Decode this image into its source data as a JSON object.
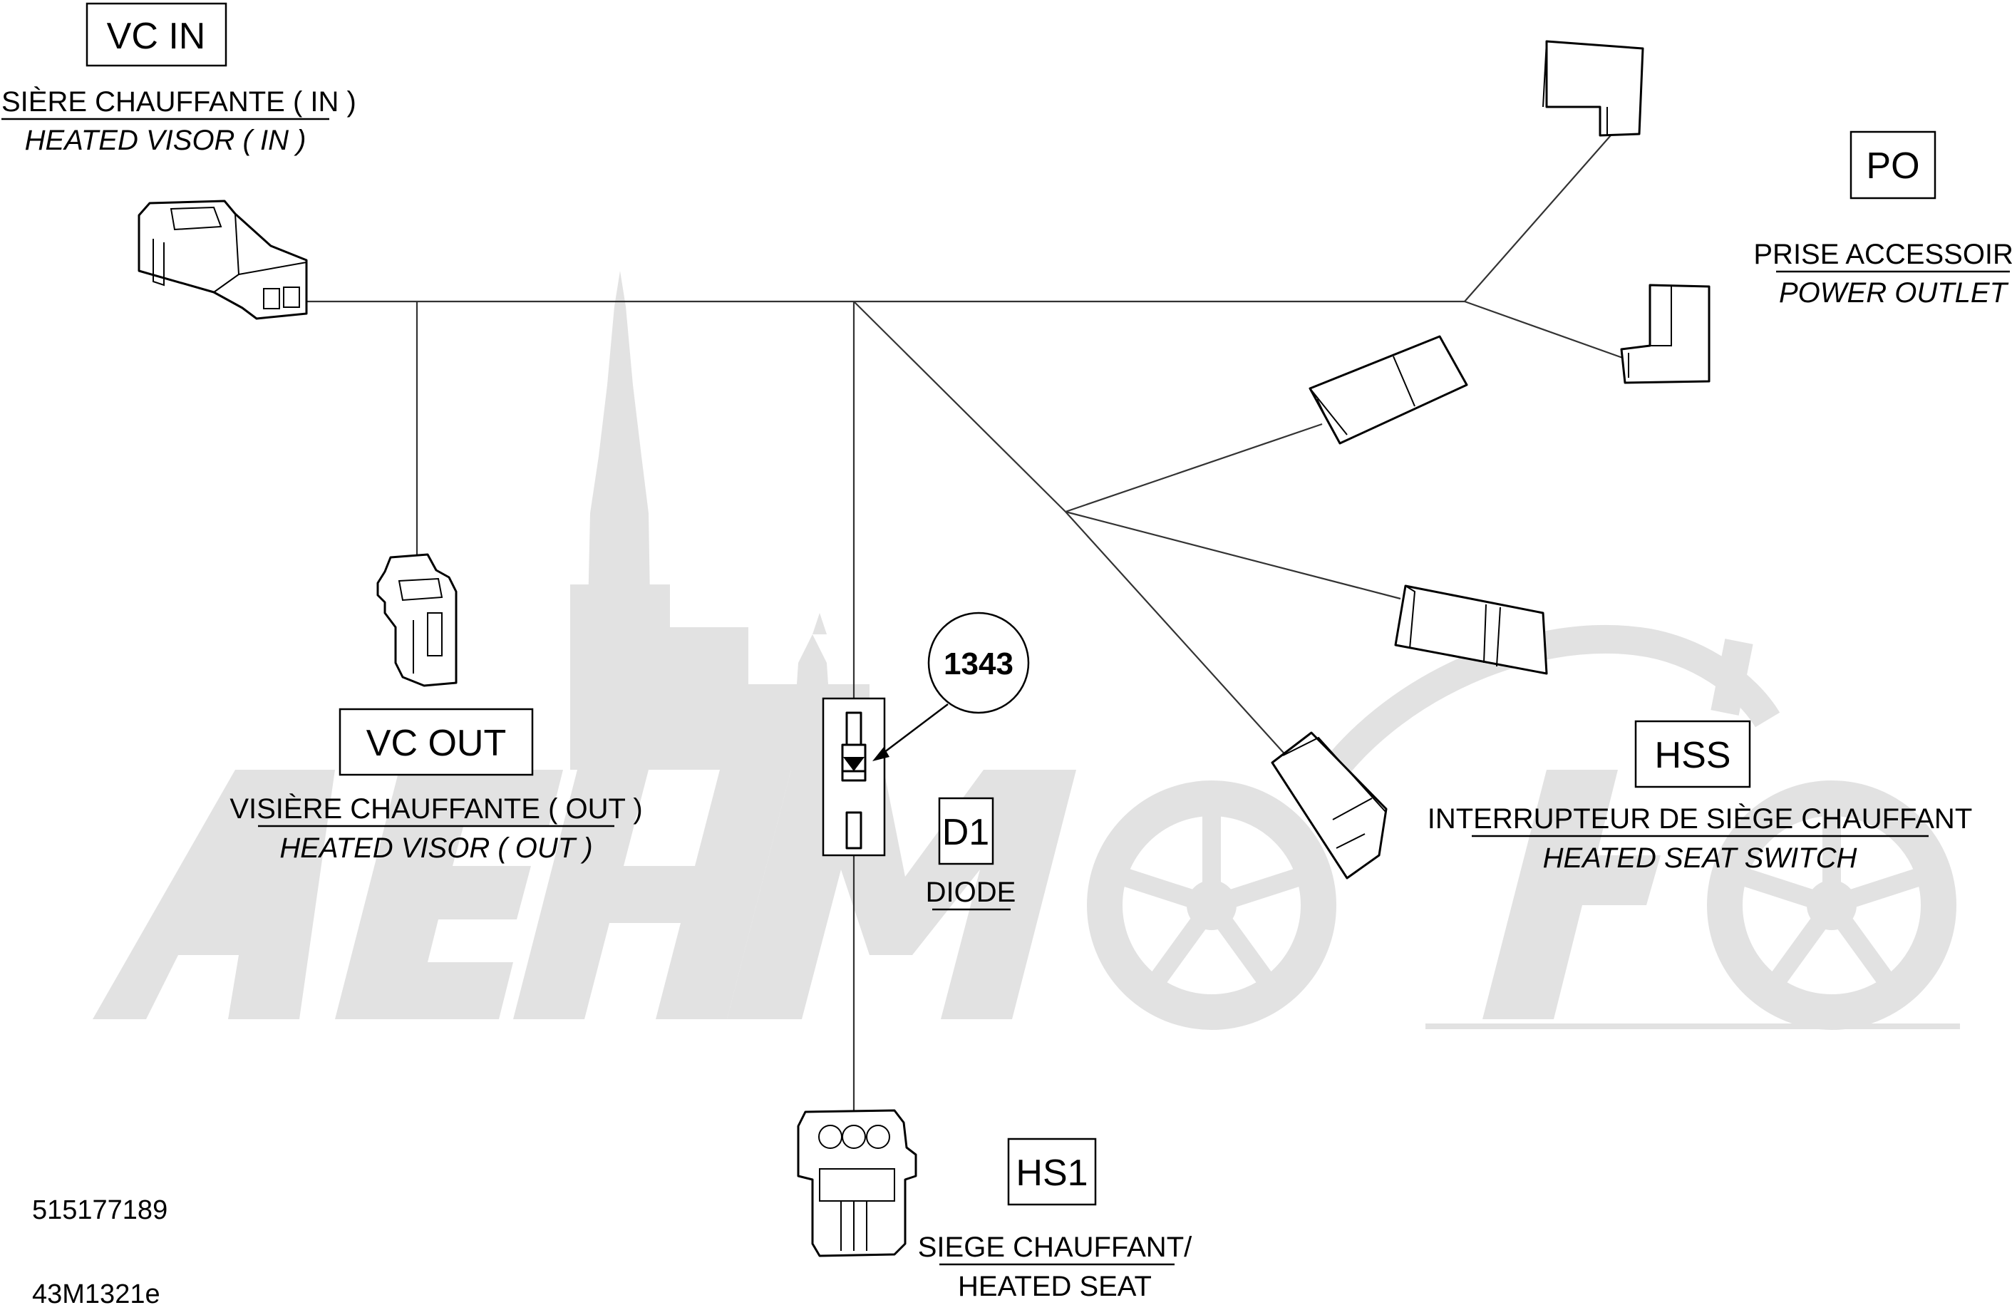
{
  "connectors": {
    "vc_in": {
      "code": "VC IN",
      "name_fr": "VISIÈRE CHAUFFANTE ( IN )",
      "name_en": "HEATED VISOR ( IN )"
    },
    "vc_out": {
      "code": "VC OUT",
      "name_fr": "VISIÈRE CHAUFFANTE ( OUT )",
      "name_en": "HEATED VISOR ( OUT )"
    },
    "po": {
      "code": "PO",
      "name_fr": "PRISE ACCESSOIRE",
      "name_en": "POWER OUTLET"
    },
    "hss": {
      "code": "HSS",
      "name_fr": "INTERRUPTEUR DE SIÈGE CHAUFFANT",
      "name_en": "HEATED SEAT SWITCH"
    },
    "d1": {
      "code": "D1",
      "name": "DIODE"
    },
    "hs1": {
      "code": "HS1",
      "name_fr": "SIEGE CHAUFFANT/",
      "name_en": "HEATED SEAT"
    }
  },
  "callout": {
    "number": "1343"
  },
  "watermark": {
    "text": "AeHMOTO"
  },
  "reference": {
    "part_number": "515177189",
    "drawing_code": "43M1321e"
  }
}
